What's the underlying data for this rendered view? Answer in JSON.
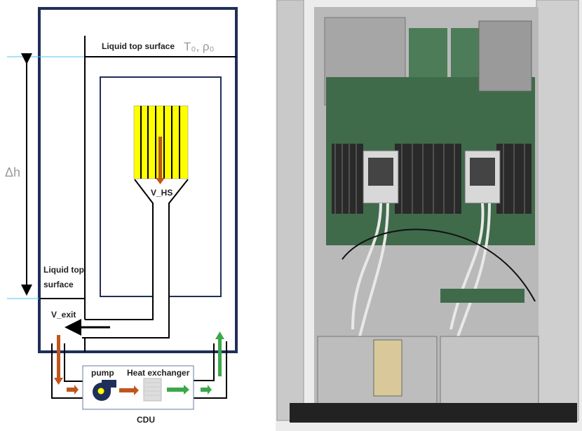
{
  "diagram": {
    "labels": {
      "liquid_top_surface_upper": "Liquid top surface",
      "reference_state": "T₀, ρ₀",
      "delta_h": "Δh",
      "v_hs": "V_HS",
      "liquid_top_surface_lower_1": "Liquid top",
      "liquid_top_surface_lower_2": "surface",
      "v_exit": "V_exit",
      "pump": "pump",
      "heat_exchanger": "Heat exchanger",
      "cdu": "CDU"
    },
    "colors": {
      "tank": "#1f2f5a",
      "heatsink": "#ffff00",
      "hot_flow": "#c0561c",
      "cold_flow": "#3aa84a",
      "level_line": "#4fc3f7"
    }
  },
  "photo": {
    "subject": "server-board-with-liquid-cooling"
  }
}
